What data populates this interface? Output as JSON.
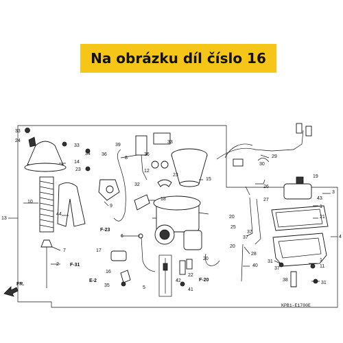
{
  "banner": {
    "text": "Na obrázku díl číslo 16",
    "background": "#f5c518",
    "color": "#111111"
  },
  "diagram": {
    "code": "KPB1-E1700E",
    "direction_label": "FR.",
    "callouts": [
      "1",
      "2",
      "3",
      "4",
      "5",
      "6",
      "7",
      "8",
      "9",
      "10",
      "11",
      "12",
      "13",
      "14",
      "15",
      "16",
      "17",
      "18",
      "19",
      "20",
      "21",
      "22",
      "23",
      "24",
      "25",
      "26",
      "27",
      "28",
      "29",
      "30",
      "31",
      "32",
      "33",
      "34",
      "35",
      "36",
      "37",
      "38",
      "39",
      "40",
      "41",
      "42",
      "43",
      "44"
    ],
    "references": [
      "F-23",
      "F-31",
      "E-2",
      "F-20"
    ]
  }
}
